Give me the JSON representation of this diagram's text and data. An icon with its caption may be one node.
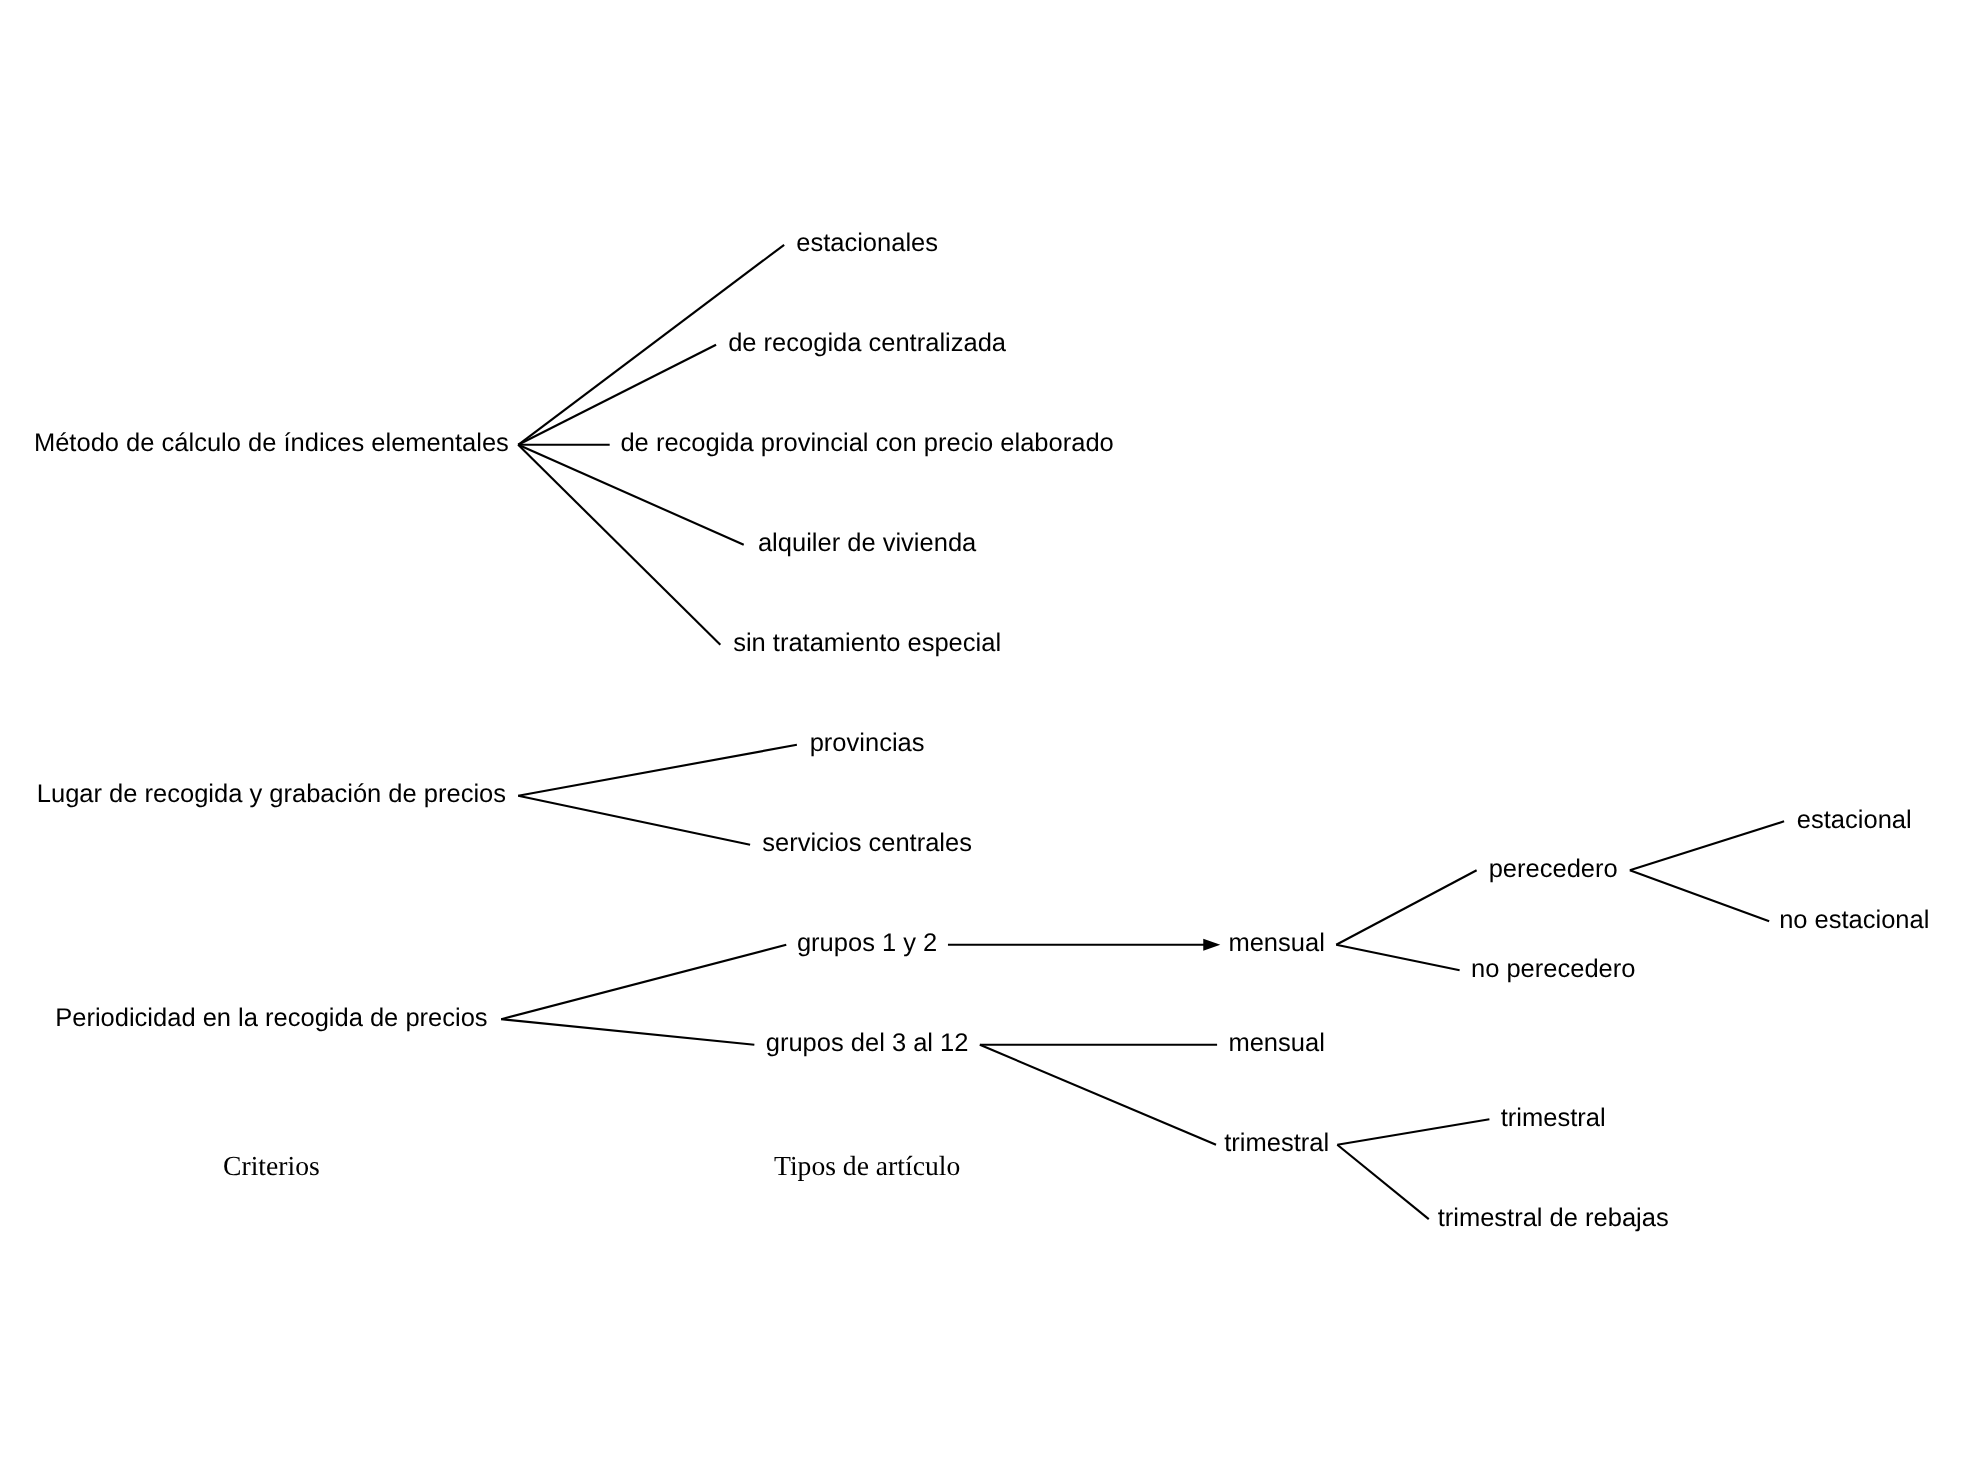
{
  "diagram": {
    "nodes": [
      {
        "text": [
          "Periodicidad en la recogida de precios"
        ]
      },
      {
        "text": [
          "grupos 1 y 2"
        ]
      },
      {
        "text": [
          "mensual"
        ]
      },
      {
        "text": [
          "perecedero"
        ]
      },
      {
        "text": [
          "estacional"
        ]
      },
      {
        "text": [
          "no estacional"
        ]
      },
      {
        "text": [
          "no perecedero"
        ]
      },
      {
        "text": [
          "grupos del 3 al 12"
        ]
      },
      {
        "text": [
          "mensual"
        ]
      },
      {
        "text": [
          "trimestral"
        ]
      },
      {
        "text": [
          "trimestral"
        ]
      },
      {
        "text": [
          "trimestral de rebajas"
        ]
      },
      {
        "text": [
          "Lugar de recogida y grabación de precios"
        ]
      },
      {
        "text": [
          "provincias"
        ]
      },
      {
        "text": [
          "servicios centrales"
        ]
      },
      {
        "text": [
          "Método de cálculo de índices elementales"
        ]
      },
      {
        "text": [
          "estacionales"
        ]
      },
      {
        "text": [
          "de recogida centralizada"
        ]
      },
      {
        "text": [
          "de recogida provincial con precio elaborado"
        ]
      },
      {
        "text": [
          "alquiler de vivienda"
        ]
      },
      {
        "text": [
          "sin tratamiento especial"
        ]
      }
    ],
    "edges": [
      {
        "from": 0,
        "to": 1,
        "arrow": "none"
      },
      {
        "from": 0,
        "to": 7,
        "arrow": "none"
      },
      {
        "from": 1,
        "to": 2,
        "arrow": "to"
      },
      {
        "from": 2,
        "to": 3,
        "arrow": "none"
      },
      {
        "from": 2,
        "to": 6,
        "arrow": "none"
      },
      {
        "from": 3,
        "to": 4,
        "arrow": "none"
      },
      {
        "from": 3,
        "to": 5,
        "arrow": "none"
      },
      {
        "from": 7,
        "to": 8,
        "arrow": "none"
      },
      {
        "from": 7,
        "to": 9,
        "arrow": "none"
      },
      {
        "from": 9,
        "to": 10,
        "arrow": "none"
      },
      {
        "from": 9,
        "to": 11,
        "arrow": "none"
      },
      {
        "from": 12,
        "to": 13,
        "arrow": "none"
      },
      {
        "from": 12,
        "to": 14,
        "arrow": "none"
      },
      {
        "from": 15,
        "to": 16,
        "arrow": "none"
      },
      {
        "from": 15,
        "to": 17,
        "arrow": "none"
      },
      {
        "from": 15,
        "to": 18,
        "arrow": "none"
      },
      {
        "from": 15,
        "to": 19,
        "arrow": "none"
      },
      {
        "from": 15,
        "to": 20,
        "arrow": "none"
      }
    ],
    "labels": [
      "Criterios",
      "Tipos de artículo"
    ]
  }
}
